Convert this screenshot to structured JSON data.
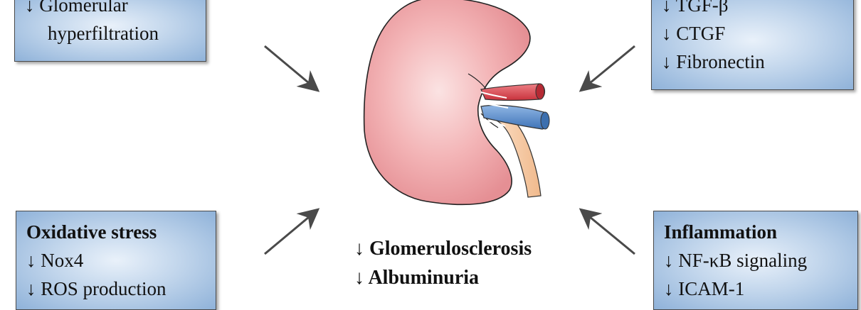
{
  "boxes": {
    "top_left": {
      "lines": [
        "↓ Glomerular",
        "hyperfiltration"
      ]
    },
    "top_right": {
      "lines": [
        "↓ TGF-β",
        "↓ CTGF",
        "↓ Fibronectin"
      ]
    },
    "bottom_left": {
      "title": "Oxidative stress",
      "lines": [
        "↓ Nox4",
        "↓ ROS production"
      ]
    },
    "bottom_right": {
      "title": "Inflammation",
      "lines": [
        "↓ NF-κB signaling",
        "↓ ICAM-1"
      ]
    }
  },
  "outcomes": [
    "↓ Glomerulosclerosis",
    "↓ Albuminuria"
  ],
  "colors": {
    "box_fill_center": "#e9f1fa",
    "box_fill_edge": "#8fb2d9",
    "kidney": "#f0a6aa",
    "artery": "#d9404a",
    "vein": "#4f86c6",
    "ureter": "#f5c9a0",
    "arrow": "#4a4a4a"
  }
}
